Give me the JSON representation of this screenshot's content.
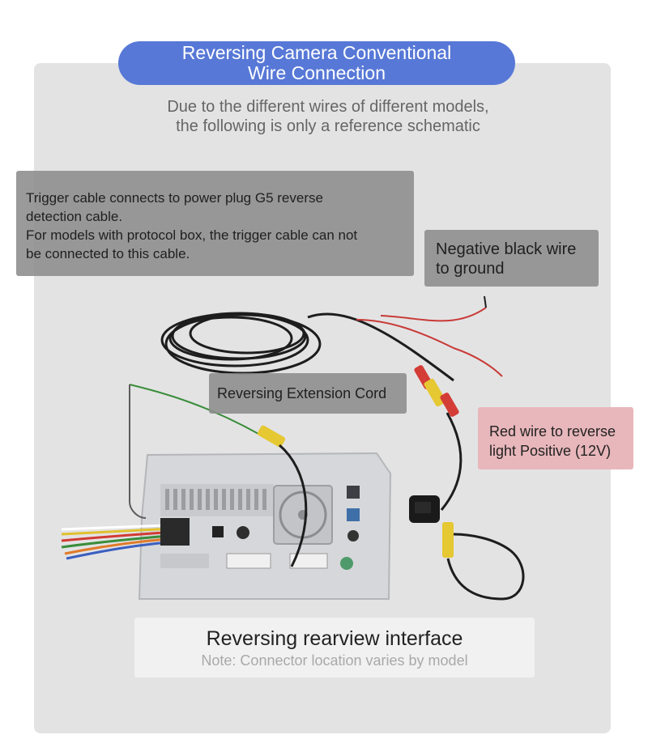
{
  "header": {
    "title_line1": "Reversing Camera Conventional",
    "title_line2": "Wire Connection",
    "subtitle_line1": "Due to the different wires of different models,",
    "subtitle_line2": "the following is only a reference schematic"
  },
  "callouts": {
    "trigger": {
      "line1": "Trigger cable connects to power plug G5 reverse",
      "line2": "detection cable.",
      "line3": "For models with protocol box, the trigger cable can not",
      "line4": "be connected to this cable."
    },
    "negative": {
      "line1": "Negative black wire",
      "line2": "to ground"
    },
    "extension": "Reversing Extension Cord",
    "red_wire": {
      "line1": "Red wire to reverse",
      "line2": "light Positive (12V)"
    }
  },
  "interface": {
    "title": "Reversing rearview interface",
    "note": "Note: Connector location varies by model"
  },
  "colors": {
    "title_pill": "#5778d6",
    "panel": "#e3e3e4",
    "callout_grey": "#8c8c8c",
    "callout_red": "#e8b7bb"
  }
}
